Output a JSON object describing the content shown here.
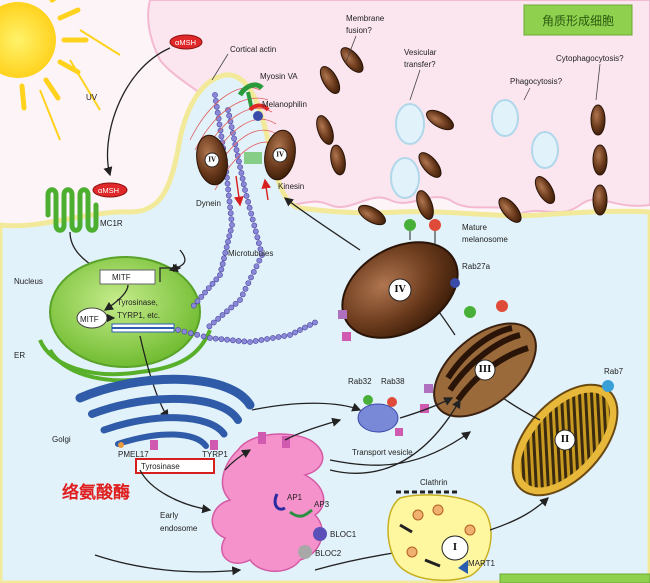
{
  "top_box_label": "角质形成细胞",
  "bottom_box_label": "",
  "chinese_annotation": "络氨酸酶",
  "labels": {
    "uv": "UV",
    "amsh_top": "αMSH",
    "amsh_receptor": "αMSH",
    "mc1r": "MC1R",
    "nucleus": "Nucleus",
    "mitf_top": "MITF",
    "mitf_left": "MITF",
    "tyrosinase_line": "Tyrosinase,",
    "tyrp1_line": "TYRP1, etc.",
    "er": "ER",
    "golgi": "Golgi",
    "pmel17": "PMEL17",
    "tyrosinase_box": "Tyrosinase",
    "tyrp1": "TYRP1",
    "early_line1": "Early",
    "early_line2": "endosome",
    "cortical_actin": "Cortical actin",
    "myosin_va": "Myosin VA",
    "melanophilin": "Melanophilin",
    "dynein": "Dynein",
    "kinesin": "Kinesin",
    "microtubules": "Microtubules",
    "membrane_line1": "Membrane",
    "membrane_line2": "fusion?",
    "vesicular_line1": "Vesicular",
    "vesicular_line2": "transfer?",
    "phagocytosis": "Phagocytosis?",
    "cytophagocytosis": "Cytophagocytosis?",
    "mature_line1": "Mature",
    "mature_line2": "melanosome",
    "rab27a": "Rab27a",
    "rab32": "Rab32",
    "rab38": "Rab38",
    "transport_vesicle": "Transport vesicle",
    "rab7": "Rab7",
    "ap1": "AP1",
    "ap3": "AP3",
    "bloc1": "BLOC1",
    "bloc2": "BLOC2",
    "clathrin": "Clathrin",
    "mart1": "MART1"
  },
  "stages": {
    "s1": "I",
    "s2": "II",
    "s3": "III",
    "s4": "IV",
    "s4_small_a": "IV",
    "s4_small_b": "IV"
  },
  "colors": {
    "keratinocyte": "#fbe9f1",
    "melanocyte": "#e3f3fb",
    "membrane_edge": "#f6ee9e",
    "melanosome": "#7a4a2a",
    "nucleus": "#8ccf3f",
    "golgi": "#2f5ba8",
    "endosome": "#f28ac6",
    "label_box": "#8fd14f",
    "annotation_red": "#e02020"
  }
}
